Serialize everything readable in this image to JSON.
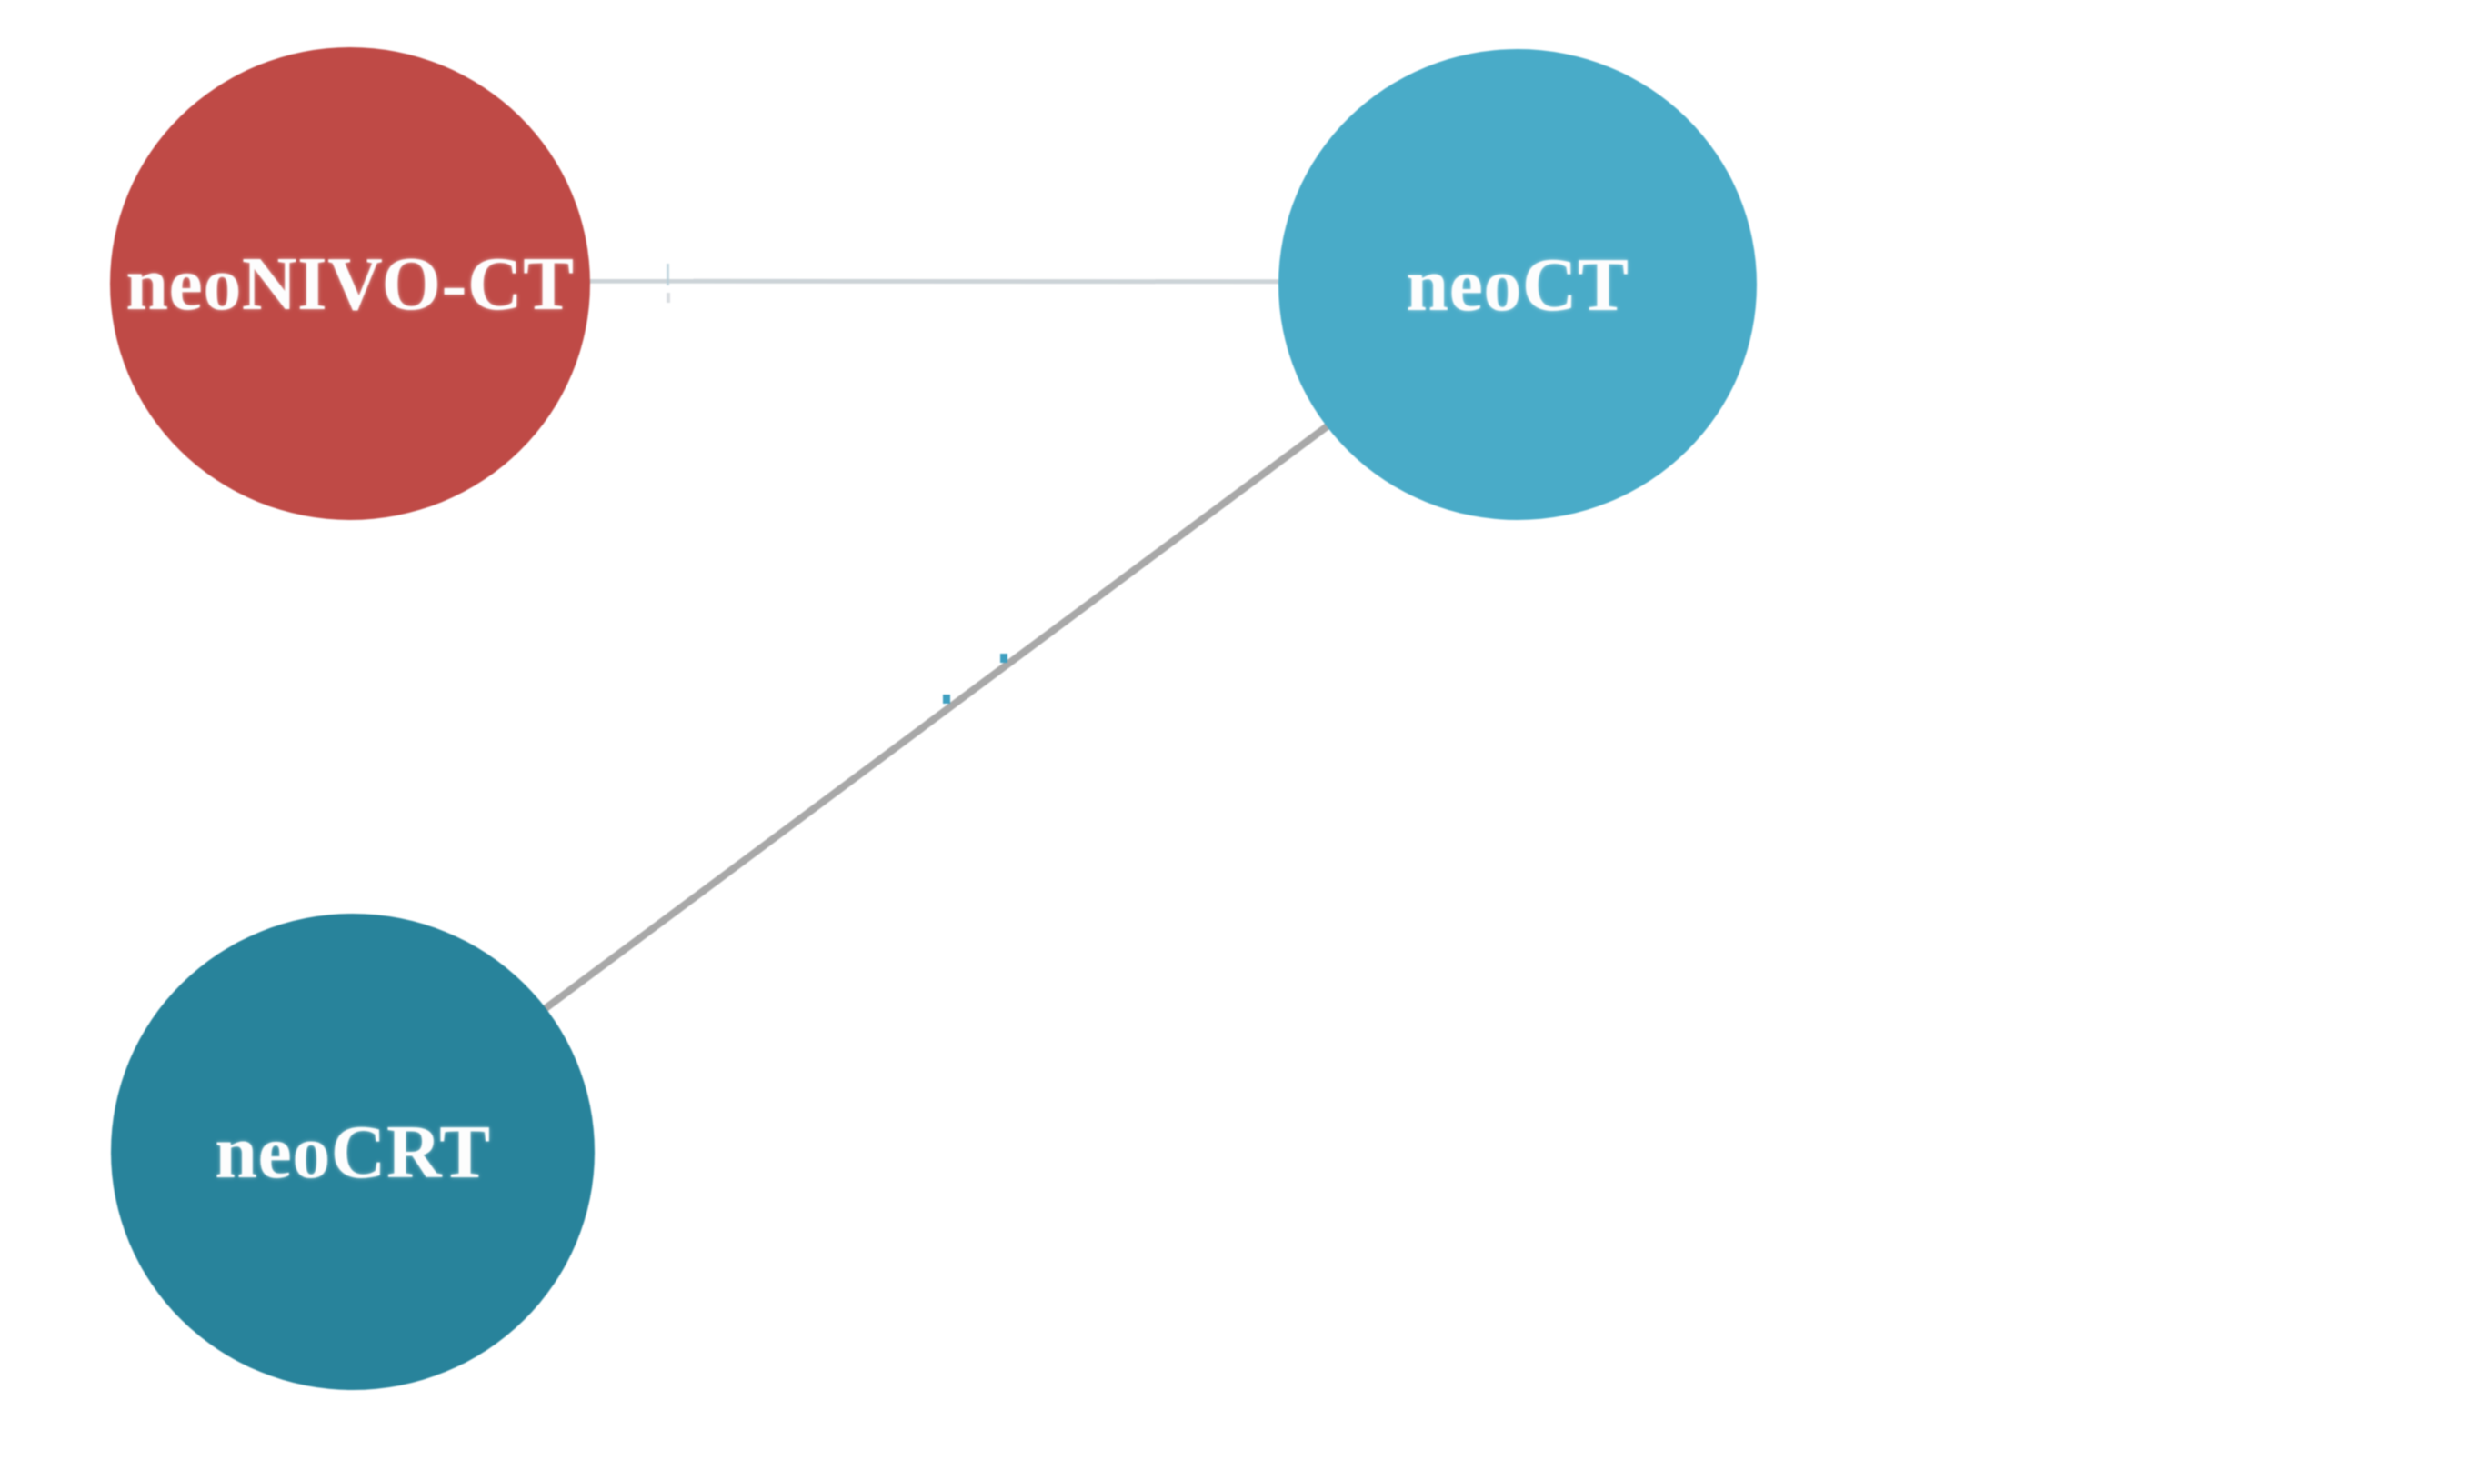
{
  "diagram": {
    "type": "network-plot",
    "description": "Evidence network of neoadjuvant treatment comparisons",
    "background_color": "#ffffff",
    "nodes": [
      {
        "id": "neoNIVO-CT",
        "label": "neoNIVO-CT",
        "color": "#bf4a46",
        "label_color": "#fdfdfd"
      },
      {
        "id": "neoCT",
        "label": "neoCT",
        "color": "#49abc8",
        "label_color": "#fdfdfd"
      },
      {
        "id": "neoCRT",
        "label": "neoCRT",
        "color": "#28839b",
        "label_color": "#fdfdfd"
      }
    ],
    "edges": [
      {
        "from": "neoNIVO-CT",
        "to": "neoCT",
        "color": "#ccd3d7",
        "stroke_width": 5
      },
      {
        "from": "neoCRT",
        "to": "neoCT",
        "color": "#a8a8a8",
        "stroke_width": 8
      }
    ]
  }
}
